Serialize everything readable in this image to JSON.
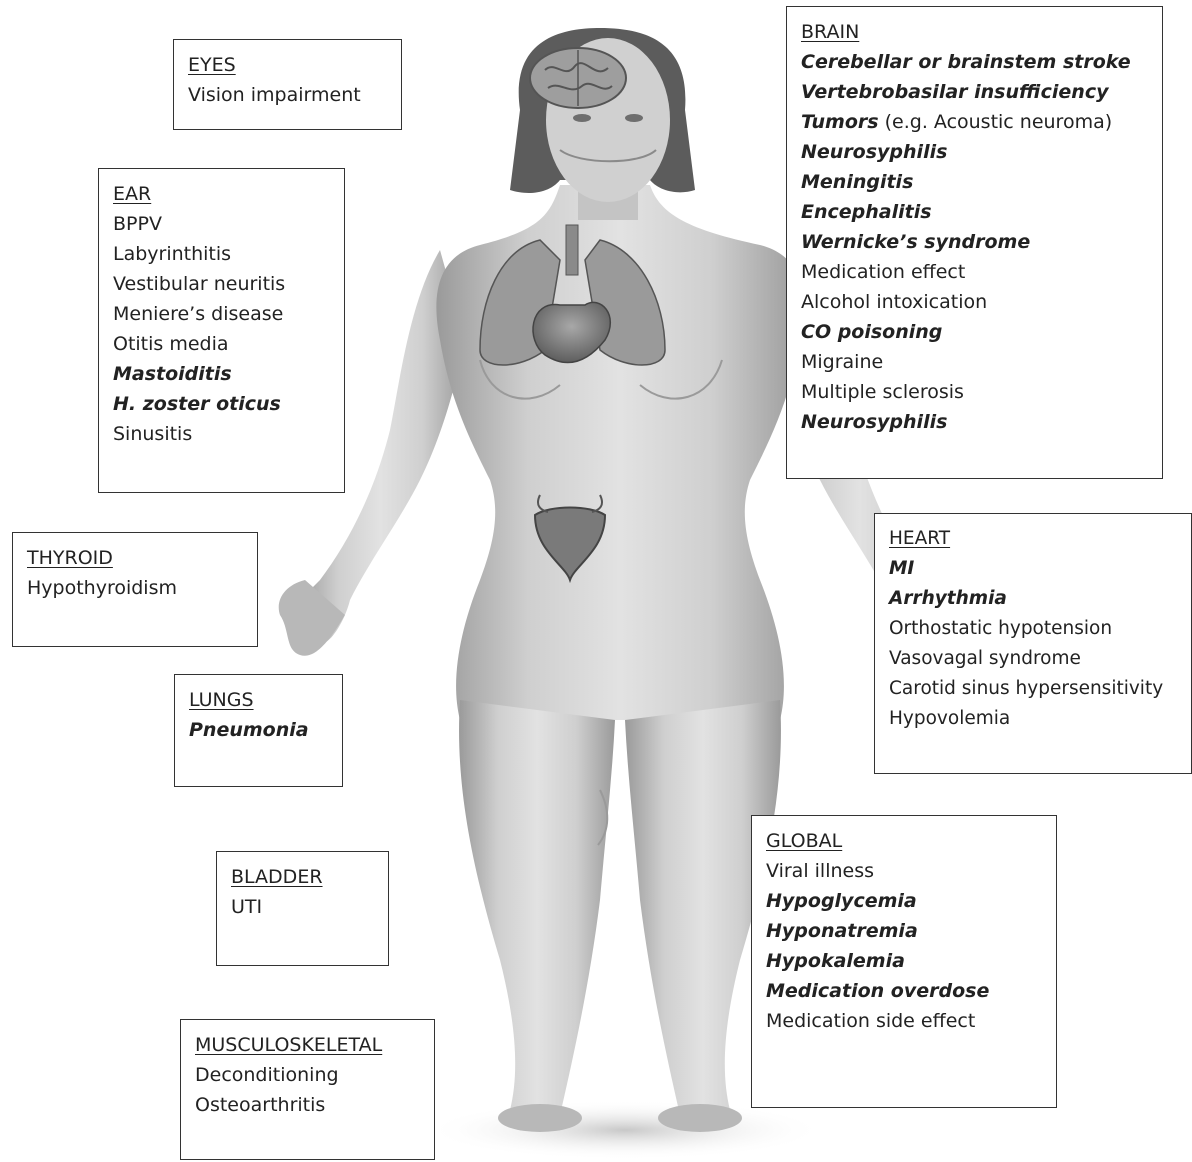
{
  "colors": {
    "border": "#333333",
    "skin_light": "#d4d4d4",
    "skin_dark": "#8f8f8f",
    "hair": "#5c5c5c",
    "organ": "#8a8a8a",
    "text": "#222222"
  },
  "icons": [
    "human-body-illustration",
    "brain-icon",
    "lungs-icon",
    "heart-icon",
    "bladder-icon"
  ],
  "boxes": {
    "eyes": {
      "header": "EYES",
      "items": [
        {
          "text": "Vision impairment",
          "bold": false
        }
      ]
    },
    "ear": {
      "header": "EAR",
      "items": [
        {
          "text": "BPPV",
          "bold": false
        },
        {
          "text": "Labyrinthitis",
          "bold": false
        },
        {
          "text": "Vestibular neuritis",
          "bold": false
        },
        {
          "text": "Meniere’s disease",
          "bold": false
        },
        {
          "text": "Otitis media",
          "bold": false
        },
        {
          "text": "Mastoiditis",
          "bold": true
        },
        {
          "text": "H. zoster oticus",
          "bold": true
        },
        {
          "text": "Sinusitis",
          "bold": false
        }
      ]
    },
    "thyroid": {
      "header": "THYROID",
      "items": [
        {
          "text": "Hypothyroidism",
          "bold": false
        }
      ]
    },
    "lungs": {
      "header": "LUNGS",
      "items": [
        {
          "text": "Pneumonia",
          "bold": true
        }
      ]
    },
    "bladder": {
      "header": "BLADDER",
      "items": [
        {
          "text": "UTI",
          "bold": false
        }
      ]
    },
    "musculoskeletal": {
      "header": "MUSCULOSKELETAL",
      "items": [
        {
          "text": "Deconditioning",
          "bold": false
        },
        {
          "text": "Osteoarthritis",
          "bold": false
        }
      ]
    },
    "brain": {
      "header": "BRAIN",
      "items": [
        {
          "text": "Cerebellar or brainstem stroke",
          "bold": true
        },
        {
          "text": "Vertebrobasilar insufficiency",
          "bold": true
        }
      ],
      "tumors_bold": "Tumors",
      "tumors_rest": " (e.g. Acoustic neuroma)",
      "items_after": [
        {
          "text": "Neurosyphilis",
          "bold": true
        },
        {
          "text": "Meningitis",
          "bold": true
        },
        {
          "text": "Encephalitis",
          "bold": true
        },
        {
          "text": "Wernicke’s  syndrome",
          "bold": true
        },
        {
          "text": "Medication effect",
          "bold": false
        },
        {
          "text": "Alcohol intoxication",
          "bold": false
        },
        {
          "text": "CO poisoning",
          "bold": true
        },
        {
          "text": "Migraine",
          "bold": false
        },
        {
          "text": "Multiple sclerosis",
          "bold": false
        },
        {
          "text": "Neurosyphilis",
          "bold": true
        }
      ]
    },
    "heart": {
      "header": "HEART",
      "items": [
        {
          "text": "MI",
          "bold": true
        },
        {
          "text": "Arrhythmia",
          "bold": true
        },
        {
          "text": "Orthostatic hypotension",
          "bold": false
        },
        {
          "text": "Vasovagal syndrome",
          "bold": false
        },
        {
          "text": "Carotid sinus hypersensitivity",
          "bold": false
        },
        {
          "text": "Hypovolemia",
          "bold": false
        }
      ]
    },
    "global": {
      "header": "GLOBAL",
      "items": [
        {
          "text": "Viral illness",
          "bold": false
        },
        {
          "text": "Hypoglycemia",
          "bold": true
        },
        {
          "text": "Hyponatremia",
          "bold": true
        },
        {
          "text": "Hypokalemia",
          "bold": true
        },
        {
          "text": "Medication overdose",
          "bold": true
        },
        {
          "text": "Medication side effect",
          "bold": false
        }
      ]
    }
  }
}
